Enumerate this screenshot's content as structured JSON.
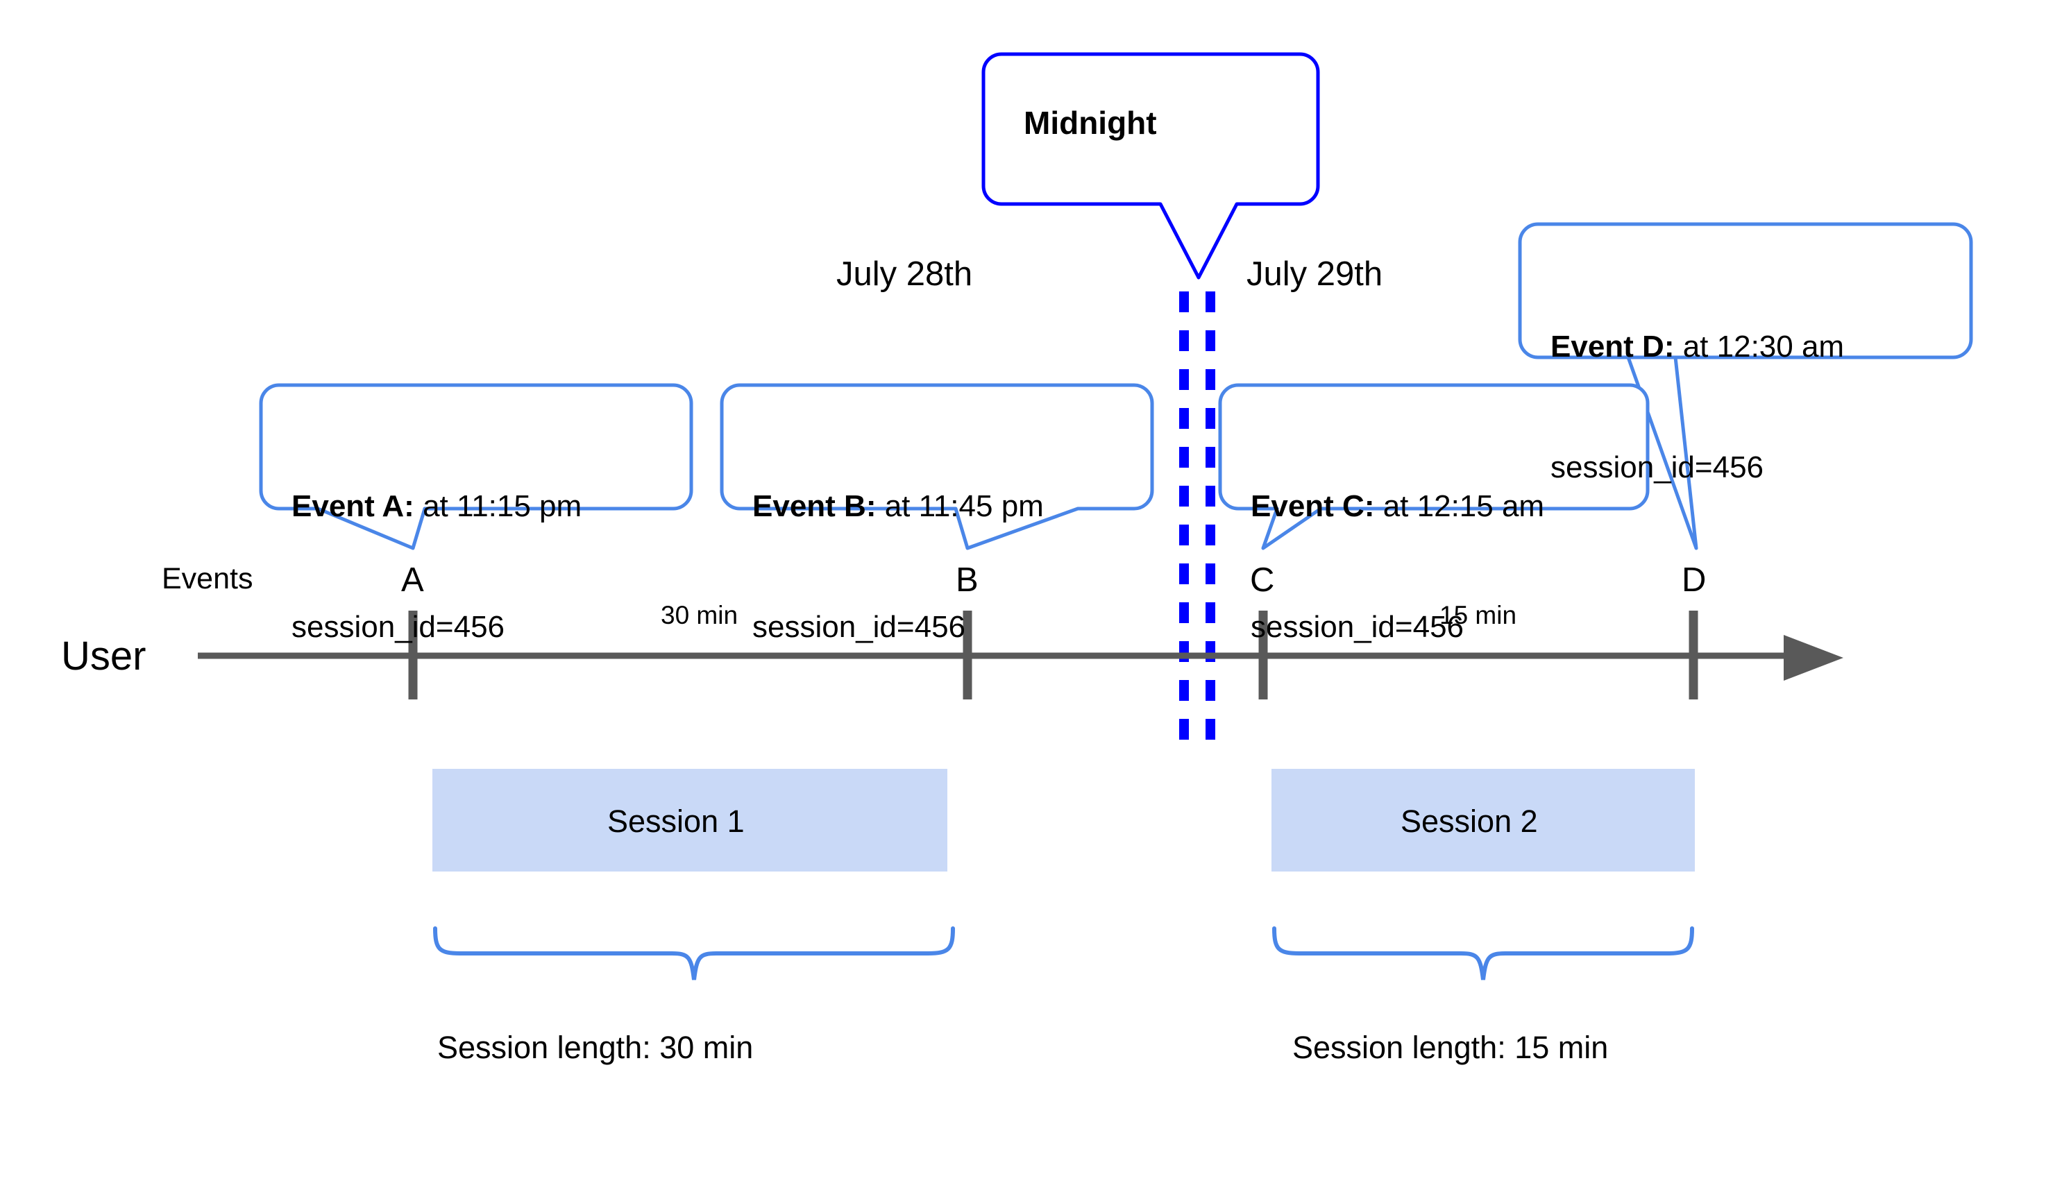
{
  "diagram": {
    "title_visible": false,
    "colors": {
      "callout_border": "#4a86e8",
      "midnight_border": "#0000ff",
      "midnight_dashed_line": "#0000ff",
      "session_bar_fill": "#c9d9f7",
      "axis_line": "#595959",
      "tick_mark": "#595959",
      "brace": "#4a86e8",
      "text": "#000000",
      "background": "#ffffff"
    },
    "lanes": {
      "user_label": "User",
      "events_label": "Events"
    },
    "midnight_callout": {
      "label": "Midnight"
    },
    "dates": [
      {
        "label": "July 28th"
      },
      {
        "label": "July 29th"
      }
    ],
    "events": [
      {
        "letter": "A",
        "lead": "Event A:",
        "detail": " at 11:15 pm",
        "line2": "session_id=456"
      },
      {
        "letter": "B",
        "lead": "Event B:",
        "detail": " at 11:45 pm",
        "line2": "session_id=456"
      },
      {
        "letter": "C",
        "lead": "Event C:",
        "detail": " at 12:15 am",
        "line2": "session_id=456"
      },
      {
        "letter": "D",
        "lead": "Event D:",
        "detail": " at 12:30 am",
        "line2": "session_id=456"
      }
    ],
    "gaps": [
      {
        "label": "30 min"
      },
      {
        "label": "15 min"
      }
    ],
    "sessions": [
      {
        "bar_label": "Session 1",
        "length_label": "Session length: 30 min"
      },
      {
        "bar_label": "Session 2",
        "length_label": "Session length: 15 min"
      }
    ]
  }
}
